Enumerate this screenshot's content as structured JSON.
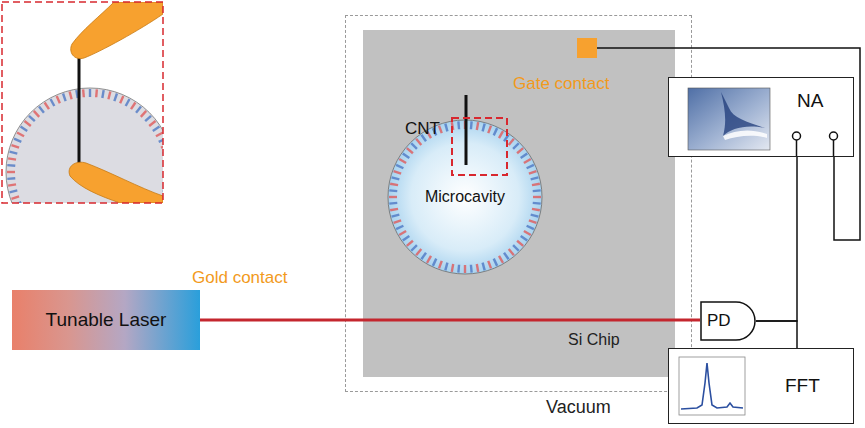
{
  "diagram": {
    "nodes": [
      {
        "text": [
          "Vacuum"
        ]
      },
      {
        "text": [
          "Si Chip"
        ],
        "in": 0
      },
      {
        "text": [
          "Microcavity"
        ],
        "in": 1
      },
      {
        "text": [
          "Gate contact"
        ],
        "in": 1
      },
      {
        "text": [
          "Tunable Laser"
        ]
      },
      {
        "text": [
          "PD"
        ]
      },
      {
        "text": [
          "NA"
        ]
      },
      {
        "text": [
          "FFT"
        ]
      }
    ],
    "edges": [
      {
        "from": 4,
        "to": 5,
        "arrow": "none"
      },
      {
        "from": 3,
        "to": 6,
        "arrow": "none"
      },
      {
        "from": 5,
        "to": 6,
        "arrow": "none"
      },
      {
        "from": 5,
        "to": 7,
        "arrow": "none"
      }
    ],
    "labels": [
      "CNT",
      "Gold contact"
    ]
  }
}
